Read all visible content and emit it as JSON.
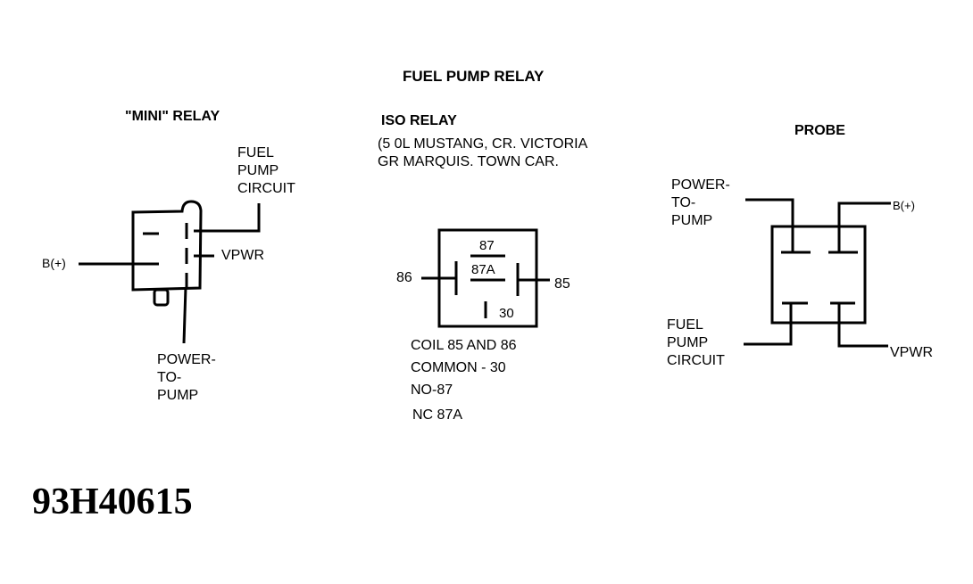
{
  "title": "FUEL PUMP RELAY",
  "figure_id": "93H40615",
  "mini_relay": {
    "heading": "\"MINI\" RELAY",
    "labels": {
      "fuel_pump_circuit": [
        "FUEL",
        "PUMP",
        "CIRCUIT"
      ],
      "vpwr": "VPWR",
      "b_plus": "B(+)",
      "power_to_pump": [
        "POWER-",
        "TO-",
        "PUMP"
      ]
    }
  },
  "iso_relay": {
    "heading": "ISO RELAY",
    "applications": [
      "(5 0L MUSTANG, CR. VICTORIA",
      "GR  MARQUIS. TOWN CAR."
    ],
    "terminals": {
      "t87": "87",
      "t87a": "87A",
      "t30": "30",
      "t86": "86",
      "t85": "85"
    },
    "legend": [
      "COIL   85 AND 86",
      "COMMON - 30",
      "NO-87",
      "NC  87A"
    ]
  },
  "probe": {
    "heading": "PROBE",
    "labels": {
      "power_to_pump": [
        "POWER-",
        "TO-",
        "PUMP"
      ],
      "b_plus": "B(+)",
      "fuel_pump_circuit": [
        "FUEL",
        "PUMP",
        "CIRCUIT"
      ],
      "vpwr": "VPWR"
    }
  }
}
